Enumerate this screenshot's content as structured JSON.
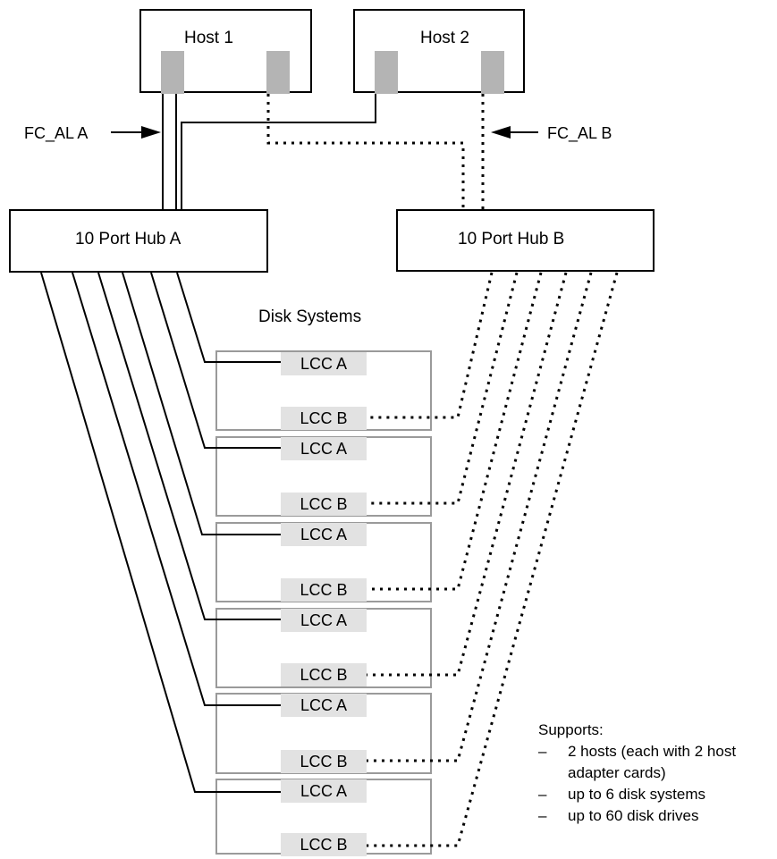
{
  "hosts": [
    {
      "label": "Host 1"
    },
    {
      "label": "Host 2"
    }
  ],
  "hubs": [
    {
      "label": "10 Port Hub A"
    },
    {
      "label": "10 Port Hub B"
    }
  ],
  "loops": {
    "a_label": "FC_AL A",
    "b_label": "FC_AL B"
  },
  "disk_systems_title": "Disk Systems",
  "disk_systems": [
    {
      "lcc_a": "LCC A",
      "lcc_b": "LCC B"
    },
    {
      "lcc_a": "LCC A",
      "lcc_b": "LCC B"
    },
    {
      "lcc_a": "LCC A",
      "lcc_b": "LCC B"
    },
    {
      "lcc_a": "LCC A",
      "lcc_b": "LCC B"
    },
    {
      "lcc_a": "LCC A",
      "lcc_b": "LCC B"
    },
    {
      "lcc_a": "LCC A",
      "lcc_b": "LCC B"
    }
  ],
  "supports": {
    "title": "Supports:",
    "bullet": "–",
    "items": [
      "2 hosts (each with 2 host adapter cards)",
      "up to 6 disk systems",
      "up to 60 disk drives"
    ]
  }
}
